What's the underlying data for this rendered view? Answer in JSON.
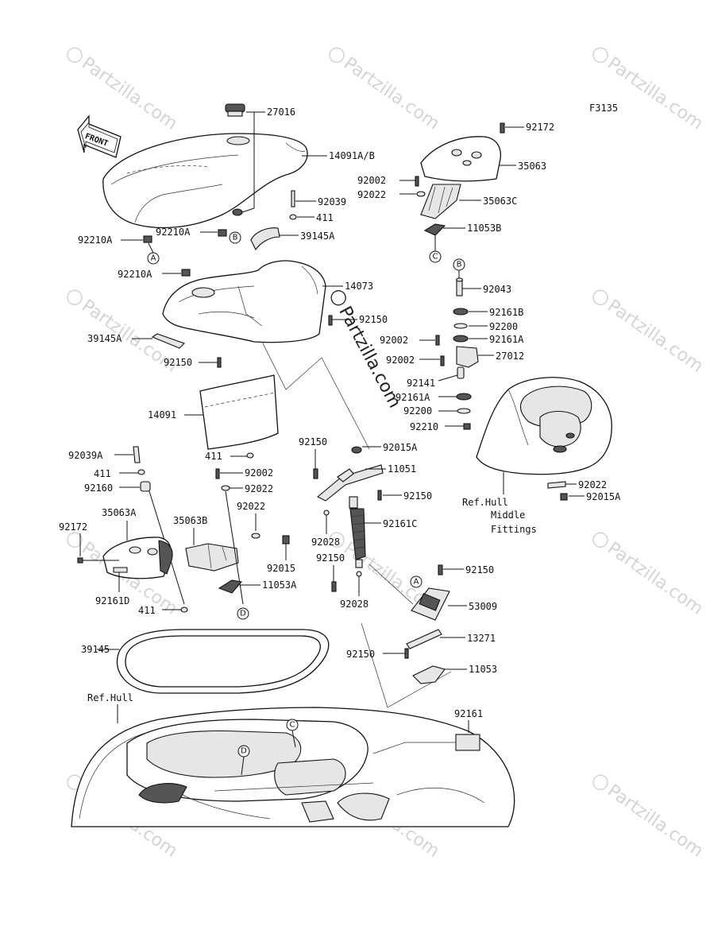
{
  "figure_code": "F3135",
  "front_label": "FRONT",
  "watermark": "Partzilla.com",
  "labels": {
    "p27016": "27016",
    "p14091AB": "14091A/B",
    "p92039": "92039",
    "p411a": "411",
    "p39145A": "39145A",
    "p92210Aa": "92210A",
    "p92210Ab": "92210A",
    "p92210Ac": "92210A",
    "p14073": "14073",
    "p92150a": "92150",
    "p39145Aleft": "39145A",
    "p92150b": "92150",
    "p14091": "14091",
    "p411b": "411",
    "p92172": "92172",
    "p35063": "35063",
    "p92002a": "92002",
    "p92022a": "92022",
    "p35063C": "35063C",
    "p11053B": "11053B",
    "p92043": "92043",
    "p92161B": "92161B",
    "p92200a": "92200",
    "p92161Aa": "92161A",
    "p92002b": "92002",
    "p27012": "27012",
    "p92002c": "92002",
    "p92141": "92141",
    "p92161Ab": "92161A",
    "p92200b": "92200",
    "p92210": "92210",
    "p92022b": "92022",
    "p92015Aa": "92015A",
    "refHull1": "Ref.Hull",
    "refHull2": "Middle",
    "refHull3": "Fittings",
    "p92150c": "92150",
    "p92015Ab": "92015A",
    "p11051": "11051",
    "p92150d": "92150",
    "p92161C": "92161C",
    "p92028a": "92028",
    "p92150e": "92150",
    "p92028b": "92028",
    "p92039A": "92039A",
    "p411c": "411",
    "p92160": "92160",
    "p35063A": "35063A",
    "p92172b": "92172",
    "p92161D": "92161D",
    "p411d": "411",
    "p92002d": "92002",
    "p92022c": "92022",
    "p35063B": "35063B",
    "p92022d": "92022",
    "p92015": "92015",
    "p11053A": "11053A",
    "p92150f": "92150",
    "p53009": "53009",
    "p13271": "13271",
    "p92150g": "92150",
    "p11053": "11053",
    "p39145": "39145",
    "refHull": "Ref.Hull",
    "p92161": "92161"
  },
  "callouts": {
    "A": "A",
    "B": "B",
    "C": "C",
    "D": "D"
  }
}
